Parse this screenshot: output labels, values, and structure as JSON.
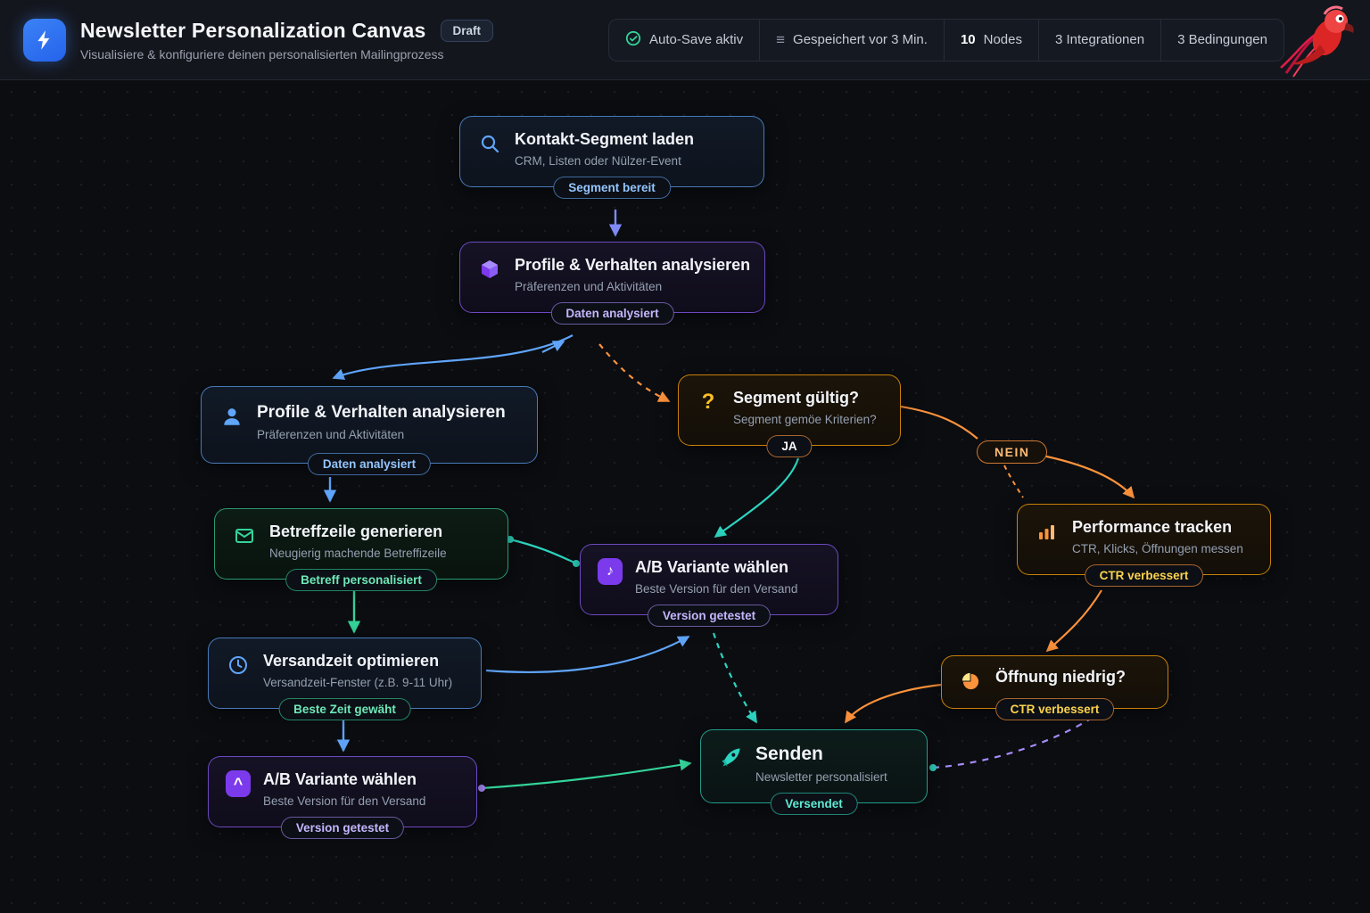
{
  "colors": {
    "blue": "#60a5fa",
    "indigo": "#818cf8",
    "purple": "#a78bfa",
    "orange": "#fb923c",
    "teal": "#2dd4bf",
    "green": "#34d399",
    "logo_blue": "#2563eb",
    "canvas_bg": "#0b0d11"
  },
  "header": {
    "title": "Newsletter Personalization Canvas",
    "draft_badge": "Draft",
    "subtitle": "Visualisiere & konfiguriere deinen personalisierten Mailingprozess",
    "status": {
      "autosave": "Auto-Save aktiv",
      "saved": "Gespeichert vor 3 Min.",
      "nodes_count": "10",
      "nodes_label": "Nodes",
      "integrations": "3 Integrationen",
      "conditions": "3 Bedingungen"
    }
  },
  "nodes": {
    "kontakt": {
      "title": "Kontakt-Segment laden",
      "subtitle": "CRM, Listen oder Nülzer-Event",
      "badge": "Segment bereit",
      "icon": "search-icon"
    },
    "profile_top": {
      "title": "Profile & Verhalten analysieren",
      "subtitle": "Präferenzen und Aktivitäten",
      "badge": "Daten analysiert",
      "icon": "cube-icon"
    },
    "profile_left": {
      "title": "Profile & Verhalten analysieren",
      "subtitle": "Präferenzen und Aktivitäten",
      "badge": "Daten analysiert",
      "icon": "user-icon"
    },
    "segment": {
      "title": "Segment gültig?",
      "subtitle": "Segment gemöe Kriterien?",
      "badge": "JA",
      "icon": "question-icon"
    },
    "nein_label": "NEIN",
    "performance": {
      "title": "Performance tracken",
      "subtitle": "CTR, Klicks, Öffnungen messen",
      "badge": "CTR verbessert",
      "icon": "bar-chart-icon"
    },
    "betreff": {
      "title": "Betreffzeile generieren",
      "subtitle": "Neugierig machende Betreffizeile",
      "badge": "Betreff personalisiert",
      "icon": "mail-icon"
    },
    "ab_mid": {
      "title": "A/B Variante wählen",
      "subtitle": "Beste Version für den Versand",
      "badge": "Version getestet",
      "icon": "note-icon"
    },
    "versandzeit": {
      "title": "Versandzeit optimieren",
      "subtitle": "Versandzeit-Fenster (z.B. 9-11 Uhr)",
      "badge": "Beste Zeit gewäht",
      "icon": "clock-icon"
    },
    "oeffnung": {
      "title": "Öffnung niedrig?",
      "badge": "CTR verbessert",
      "icon": "pie-icon"
    },
    "ab_bottom": {
      "title": "A/B Variante wählen",
      "subtitle": "Beste Version für den Versand",
      "badge": "Version getestet",
      "icon": "caret-icon"
    },
    "senden": {
      "title": "Senden",
      "subtitle": "Newsletter personalisiert",
      "badge": "Versendet",
      "icon": "rocket-icon"
    }
  }
}
